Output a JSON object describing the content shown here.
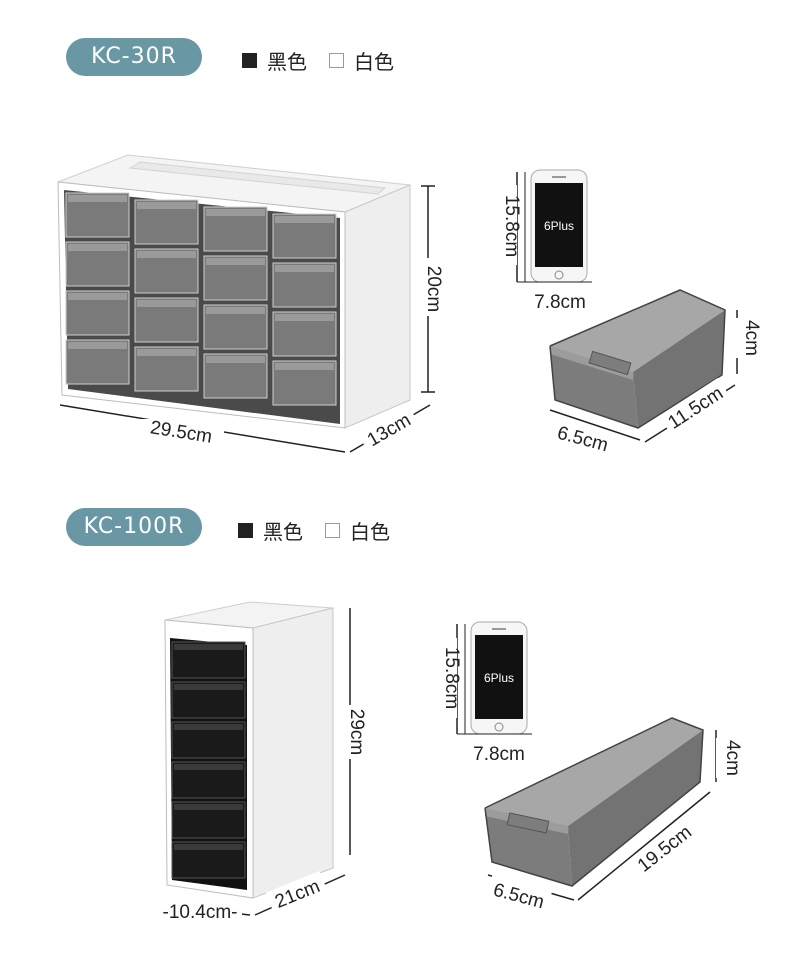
{
  "products": [
    {
      "model": "KC-30R",
      "colors": [
        {
          "swatch": "#222222",
          "label": "黑色"
        },
        {
          "swatch": "#ffffff",
          "label": "白色"
        }
      ],
      "cabinet": {
        "width": "29.5cm",
        "depth": "13cm",
        "height": "20cm"
      },
      "phone": {
        "label": "6Plus",
        "height": "15.8cm",
        "width": "7.8cm"
      },
      "drawer": {
        "width": "6.5cm",
        "length": "11.5cm",
        "height": "4cm"
      }
    },
    {
      "model": "KC-100R",
      "colors": [
        {
          "swatch": "#222222",
          "label": "黑色"
        },
        {
          "swatch": "#ffffff",
          "label": "白色"
        }
      ],
      "cabinet": {
        "width": "-10.4cm-",
        "depth": "21cm",
        "height": "29cm"
      },
      "phone": {
        "label": "6Plus",
        "height": "15.8cm",
        "width": "7.8cm"
      },
      "drawer": {
        "width": "6.5cm",
        "length": "19.5cm",
        "height": "4cm"
      }
    }
  ],
  "theme": {
    "accent": "#6a97a4",
    "drawer_gray": "#6e6e6e",
    "drawer_black": "#111111"
  }
}
